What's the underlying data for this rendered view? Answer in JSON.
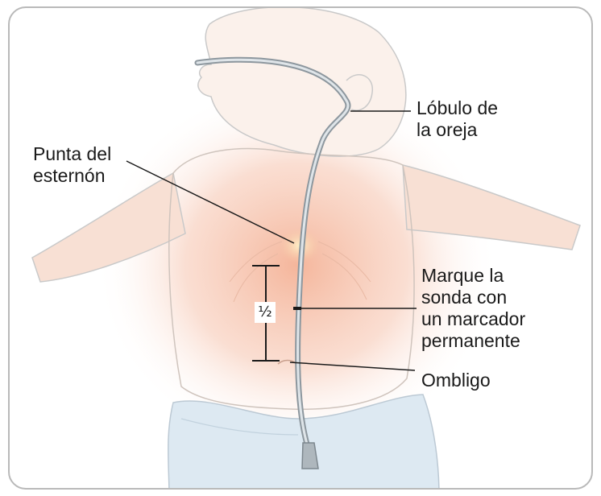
{
  "colors": {
    "skin_glow": "#f2b79a",
    "skin_outline": "#c9c9c9",
    "diaper": "#dde9f2",
    "tube": "#9aa5ad",
    "frame_border": "#b9b9b9"
  },
  "labels": {
    "earlobe": [
      "Lóbulo de",
      "la oreja"
    ],
    "sternum": [
      "Punta del",
      "esternón"
    ],
    "mark": [
      "Marque la",
      "sonda con",
      "un marcador",
      "permanente"
    ],
    "navel": "Ombligo",
    "half": "½"
  }
}
